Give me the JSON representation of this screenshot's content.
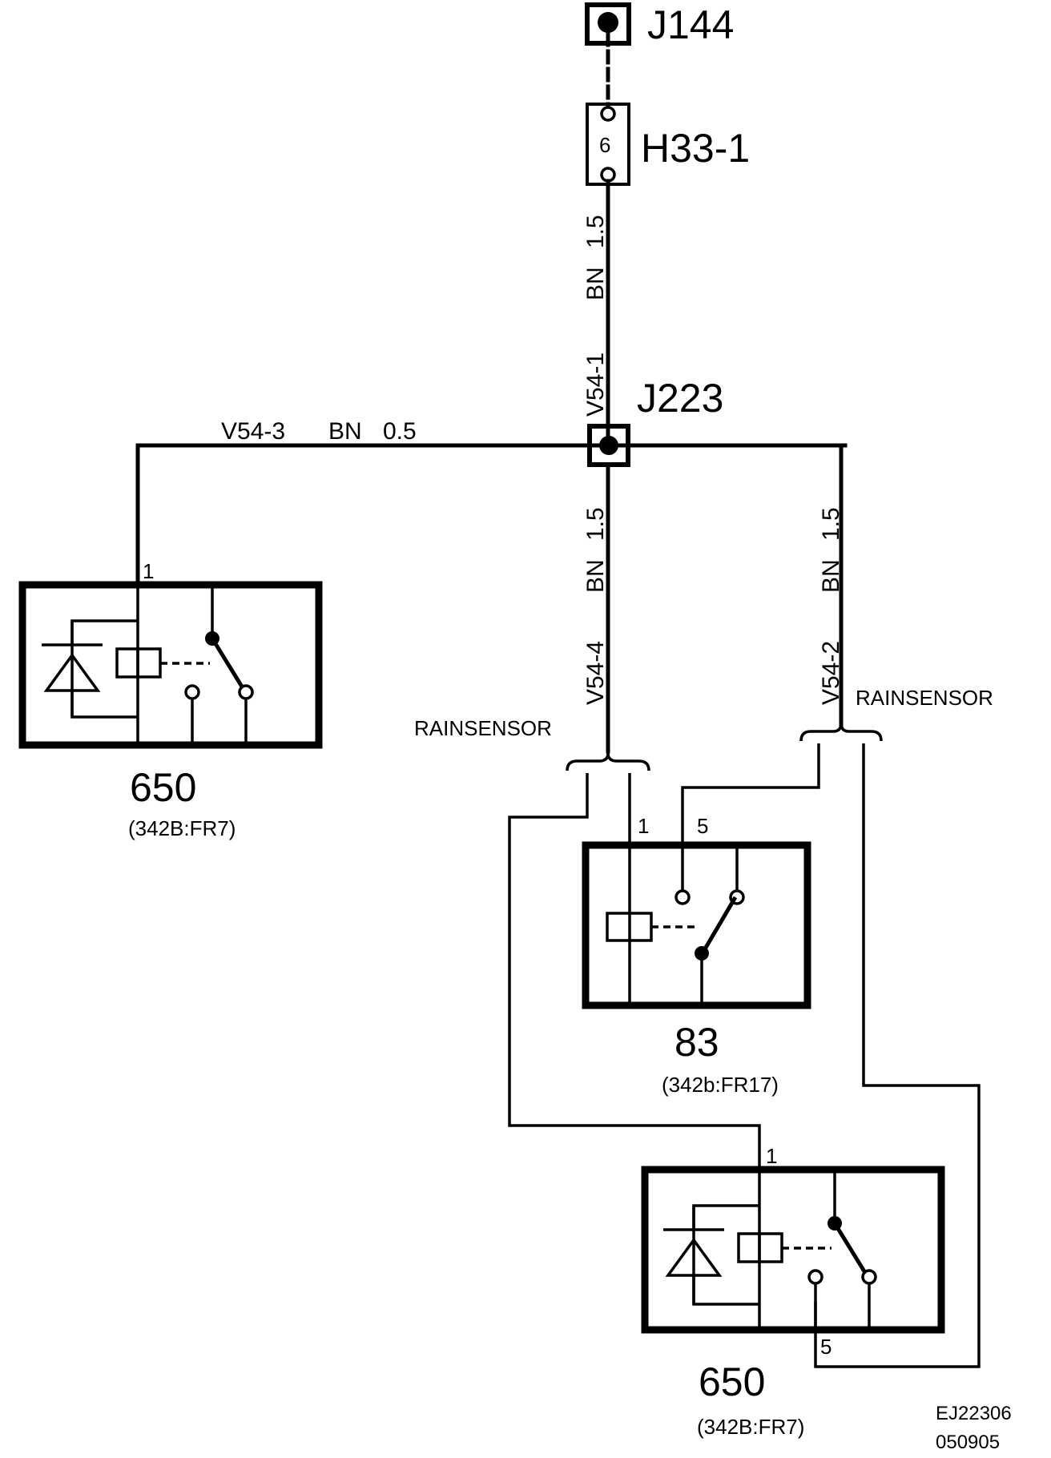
{
  "connectors": {
    "j144": "J144",
    "h33_1": "H33-1",
    "h33_pin": "6",
    "j223": "J223"
  },
  "wires": {
    "top_color": "BN",
    "top_size": "1.5",
    "top_id": "V54-1",
    "left_id": "V54-3",
    "left_color": "BN",
    "left_size": "0.5",
    "mid_color": "BN",
    "mid_size": "1.5",
    "mid_id": "V54-4",
    "right_color": "BN",
    "right_size": "1.5",
    "right_id": "V54-2"
  },
  "labels": {
    "rainsensor_left": "RAINSENSOR",
    "rainsensor_right": "RAINSENSOR"
  },
  "relays": {
    "left": {
      "pin": "1",
      "number": "650",
      "ref": "(342B:FR7)"
    },
    "middle": {
      "pin1": "1",
      "pin5": "5",
      "number": "83",
      "ref": "(342b:FR17)"
    },
    "bottom": {
      "pin1": "1",
      "pin5": "5",
      "number": "650",
      "ref": "(342B:FR7)"
    }
  },
  "drawing_id": {
    "code": "EJ22306",
    "date": "050905"
  }
}
